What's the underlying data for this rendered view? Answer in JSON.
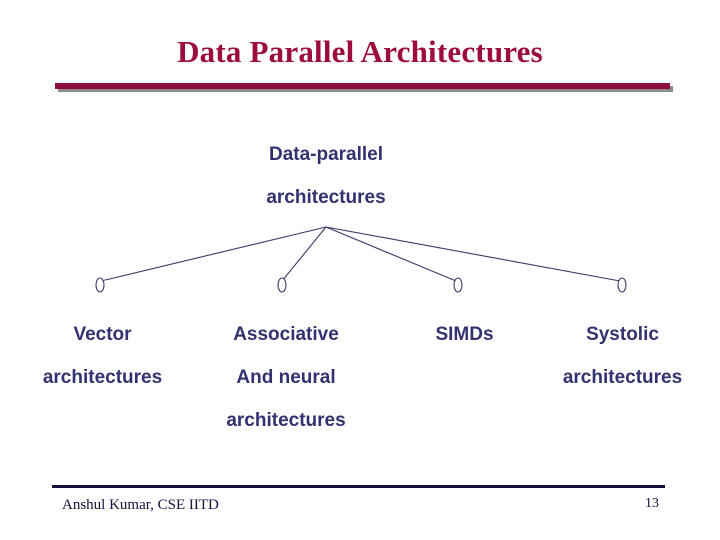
{
  "slide": {
    "title": "Data Parallel Architectures",
    "title_color": "#9e0b3d",
    "rule_color": "#8d0e3c",
    "rule_shadow_color": "#8d8d8d",
    "background_color": "#ffffff"
  },
  "diagram": {
    "node_color": "#333270",
    "connector_color": "#3a3a6b",
    "root": {
      "line1": "Data-parallel",
      "line2": "architectures"
    },
    "leaves": [
      {
        "line1": "Vector",
        "line2": "architectures",
        "line3": ""
      },
      {
        "line1": "Associative",
        "line2": "And neural",
        "line3": "architectures"
      },
      {
        "line1": "SIMDs",
        "line2": "",
        "line3": ""
      },
      {
        "line1": "Systolic",
        "line2": "architectures",
        "line3": ""
      }
    ]
  },
  "footer": {
    "author": "Anshul Kumar, CSE IITD",
    "page_number": "13",
    "rule_color": "#12123c"
  }
}
